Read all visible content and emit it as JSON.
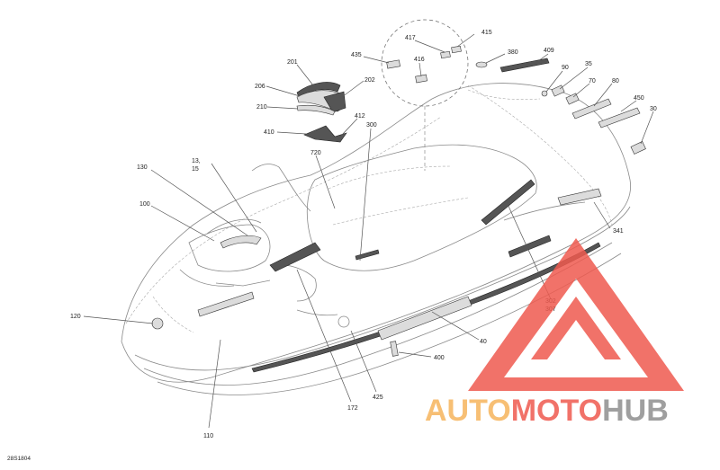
{
  "diagram_code": "28S1804",
  "watermark": {
    "text_1": "AUTO",
    "text_2": "MOTO",
    "text_3": "HUB",
    "color_orange": "#f6b45c",
    "color_red": "#ef5a4f",
    "color_gray": "#8f8f8f"
  },
  "callouts": [
    {
      "id": "201",
      "label": "201"
    },
    {
      "id": "206",
      "label": "206"
    },
    {
      "id": "202",
      "label": "202"
    },
    {
      "id": "210",
      "label": "210"
    },
    {
      "id": "410",
      "label": "410"
    },
    {
      "id": "412",
      "label": "412"
    },
    {
      "id": "300",
      "label": "300"
    },
    {
      "id": "435",
      "label": "435"
    },
    {
      "id": "417",
      "label": "417"
    },
    {
      "id": "416",
      "label": "416"
    },
    {
      "id": "415",
      "label": "415"
    },
    {
      "id": "380",
      "label": "380"
    },
    {
      "id": "409",
      "label": "409"
    },
    {
      "id": "90",
      "label": "90"
    },
    {
      "id": "35",
      "label": "35"
    },
    {
      "id": "70",
      "label": "70"
    },
    {
      "id": "80",
      "label": "80"
    },
    {
      "id": "450",
      "label": "450"
    },
    {
      "id": "30",
      "label": "30"
    },
    {
      "id": "13-15",
      "label": "13,"
    },
    {
      "id": "13-15b",
      "label": "15"
    },
    {
      "id": "130",
      "label": "130"
    },
    {
      "id": "720",
      "label": "720"
    },
    {
      "id": "100",
      "label": "100"
    },
    {
      "id": "341",
      "label": "341"
    },
    {
      "id": "302",
      "label": "302"
    },
    {
      "id": "307",
      "label": "307"
    },
    {
      "id": "120",
      "label": "120"
    },
    {
      "id": "40",
      "label": "40"
    },
    {
      "id": "400",
      "label": "400"
    },
    {
      "id": "425",
      "label": "425"
    },
    {
      "id": "172",
      "label": "172"
    },
    {
      "id": "110",
      "label": "110"
    }
  ]
}
